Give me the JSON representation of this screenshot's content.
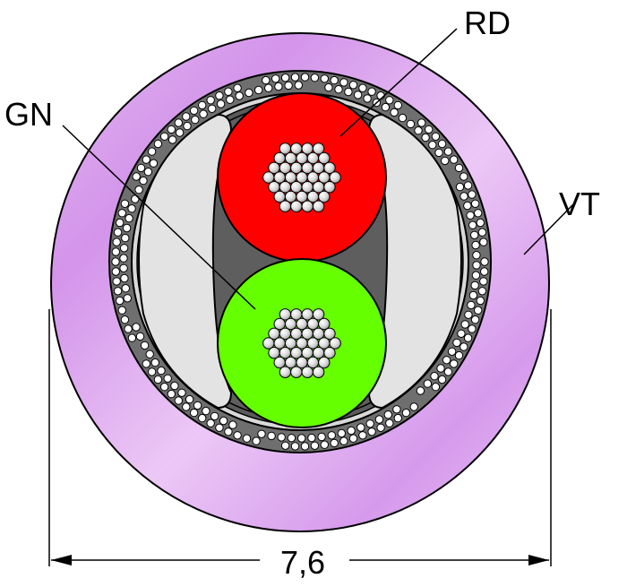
{
  "labels": {
    "red_core": "RD",
    "green_core": "GN",
    "jacket": "VT",
    "diameter": "7,6"
  },
  "colors": {
    "red_core": "#ff0000",
    "green_core": "#66ff00",
    "jacket_light": "#ecc8f4",
    "jacket_dark": "#cf8ee6",
    "filler": "#e3e3e3",
    "shield": "#6f6f6f"
  }
}
